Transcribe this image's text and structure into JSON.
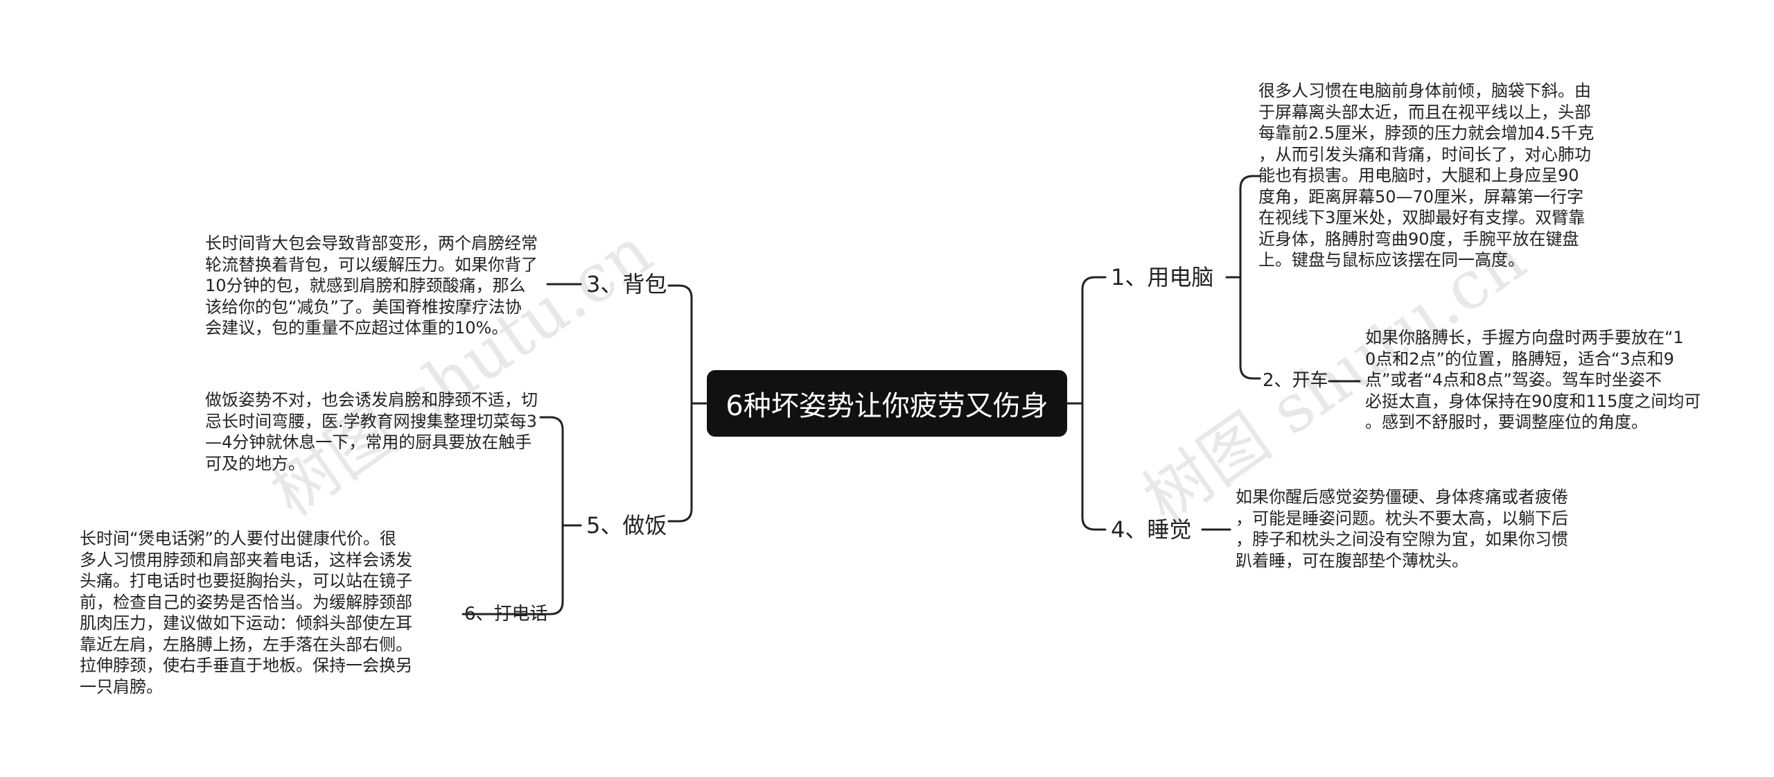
{
  "root": {
    "title": "6种坏姿势让你疲劳又伤身"
  },
  "branches": {
    "computer": {
      "label": "1、用电脑",
      "text": [
        "很多人习惯在电脑前身体前倾，脑袋下斜。由",
        "于屏幕离头部太近，而且在视平线以上，头部",
        "每靠前2.5厘米，脖颈的压力就会增加4.5千克",
        "，从而引发头痛和背痛，时间长了，对心肺功",
        "能也有损害。用电脑时，大腿和上身应呈90",
        "度角，距离屏幕50—70厘米，屏幕第一行字",
        "在视线下3厘米处，双脚最好有支撑。双臂靠",
        "近身体，胳膊肘弯曲90度，手腕平放在键盘",
        "上。键盘与鼠标应该摆在同一高度。"
      ]
    },
    "driving": {
      "label": "2、开车",
      "text": [
        "如果你胳膊长，手握方向盘时两手要放在“1",
        "0点和2点”的位置，胳膊短，适合“3点和9",
        "点”或者“4点和8点”驾姿。驾车时坐姿不",
        "必挺太直，身体保持在90度和115度之间均可",
        "。感到不舒服时，要调整座位的角度。"
      ]
    },
    "sleep": {
      "label": "4、睡觉",
      "text": [
        "如果你醒后感觉姿势僵硬、身体疼痛或者疲倦",
        "，可能是睡姿问题。枕头不要太高，以躺下后",
        "，脖子和枕头之间没有空隙为宜，如果你习惯",
        "趴着睡，可在腹部垫个薄枕头。"
      ]
    },
    "backpack": {
      "label": "3、背包",
      "text": [
        "长时间背大包会导致背部变形，两个肩膀经常",
        "轮流替换着背包，可以缓解压力。如果你背了",
        "10分钟的包，就感到肩膀和脖颈酸痛，那么",
        "该给你的包“减负”了。美国脊椎按摩疗法协",
        "会建议，包的重量不应超过体重的10%。"
      ]
    },
    "cooking": {
      "label": "5、做饭",
      "text": [
        "做饭姿势不对，也会诱发肩膀和脖颈不适，切",
        "忌长时间弯腰，医.学教育网搜集整理切菜每3",
        "—4分钟就休息一下，常用的厨具要放在触手",
        "可及的地方。"
      ]
    },
    "phone": {
      "label": "6、打电话",
      "text": [
        "长时间“煲电话粥”的人要付出健康代价。很",
        "多人习惯用脖颈和肩部夹着电话，这样会诱发",
        "头痛。打电话时也要挺胸抬头，可以站在镜子",
        "前，检查自己的姿势是否恰当。为缓解脖颈部",
        "肌肉压力，建议做如下运动：倾斜头部使左耳",
        "靠近左肩，左胳膊上扬，左手落在头部右侧。",
        "拉伸脖颈，使右手垂直于地板。保持一会换另",
        "一只肩膀。"
      ]
    }
  },
  "watermark": {
    "text": "树图 shutu.cn"
  }
}
